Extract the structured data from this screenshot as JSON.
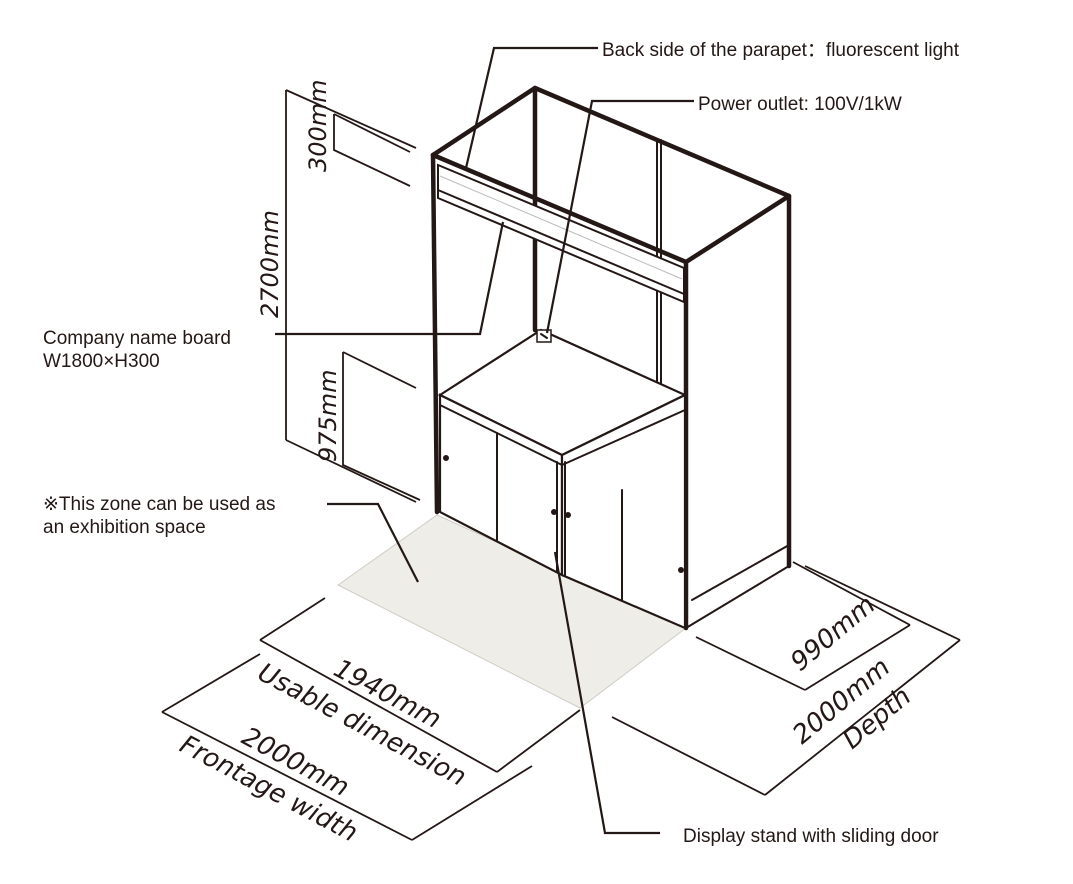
{
  "labels": {
    "parapet_light": "Back side of the parapet：fluorescent light",
    "power_outlet": "Power outlet: 100V/1kW",
    "company_board_line1": "Company name board",
    "company_board_line2": "W1800×H300",
    "exhibition_zone_line1": "※This zone can be used as",
    "exhibition_zone_line2": "an exhibition space",
    "display_stand": "Display stand with sliding door"
  },
  "dimensions": {
    "parapet_height": "300mm",
    "total_height": "2700mm",
    "counter_height": "975mm",
    "usable_width": "1940mm",
    "usable_width_caption": "Usable dimension",
    "frontage_width": "2000mm",
    "frontage_width_caption": "Frontage width",
    "counter_depth": "990mm",
    "total_depth": "2000mm",
    "depth_caption": "Depth"
  },
  "colors": {
    "line": "#231815",
    "exhibition_zone_fill": "#eeede7",
    "background": "#ffffff"
  }
}
